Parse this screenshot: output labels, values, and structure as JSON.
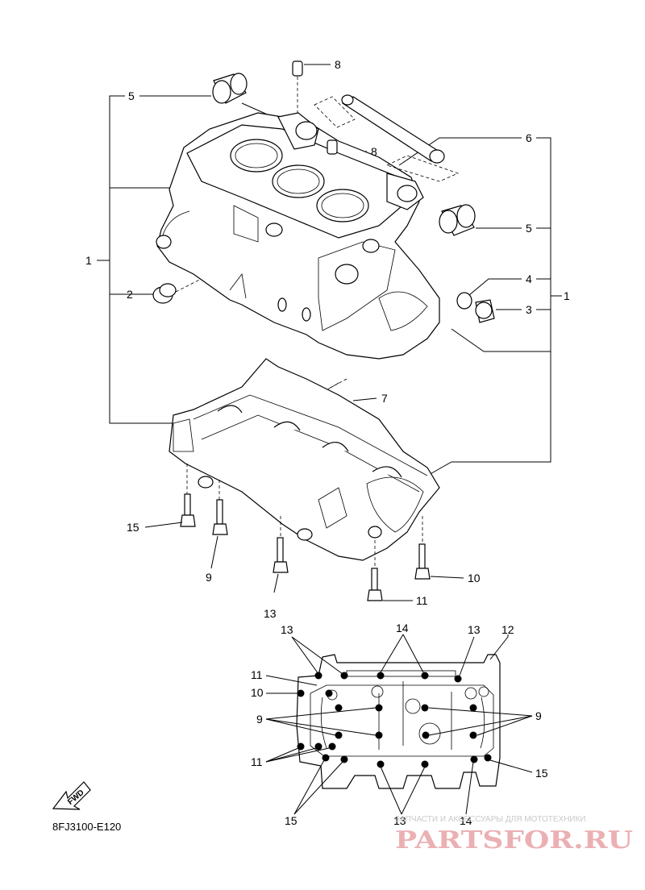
{
  "callouts": {
    "c1_left": "1",
    "c1_right": "1",
    "c2": "2",
    "c3": "3",
    "c4": "4",
    "c5_top": "5",
    "c5_right": "5",
    "c6": "6",
    "c7": "7",
    "c8_top": "8",
    "c8_mid": "8",
    "c9_bolt": "9",
    "c10_bolt": "10",
    "c11_bolt": "11",
    "c13_bolt": "13",
    "c15_bolt": "15",
    "p_13_a": "13",
    "p_14_top": "14",
    "p_13_b": "13",
    "p_12": "12",
    "p_11_top": "11",
    "p_10": "10",
    "p_9_left": "9",
    "p_9_right": "9",
    "p_11_bottom": "11",
    "p_15_right": "15",
    "p_15_bottom": "15",
    "p_13_bottom": "13",
    "p_14_bottom": "14"
  },
  "fwd_label": "FWD",
  "diagram_code": "8FJ3100-E120",
  "watermark": {
    "tagline": "ЗАПЧАСТИ И АКСЕССУАРЫ ДЛЯ МОТОТЕХНИКИ",
    "brand": "PARTSFOR.RU"
  },
  "icons": {
    "fwd_arrow": "fwd-arrow-icon"
  }
}
